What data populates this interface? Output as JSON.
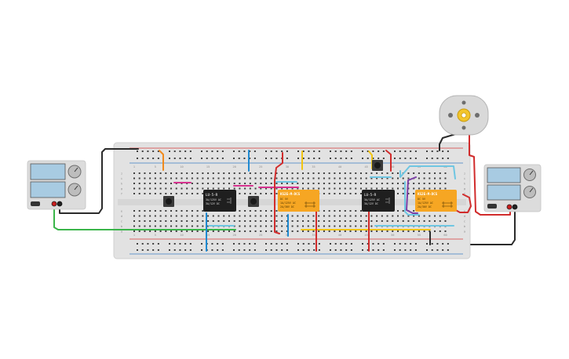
{
  "canvas": {
    "background": "#ffffff"
  },
  "colors": {
    "breadboard": "#e2e2e2",
    "breadboard_edge": "#d0d0d0",
    "hole": "#3f3f3f",
    "rail_red": "#d93a3a",
    "rail_blue": "#3c7fc4",
    "wire_black": "#2b2b2b",
    "wire_red": "#d12c2c",
    "wire_green": "#3ab54a",
    "wire_blue": "#1f8ad1",
    "wire_lightblue": "#6fc6e2",
    "wire_yellow": "#f2c512",
    "wire_orange": "#f08a1d",
    "wire_magenta": "#d6338f",
    "wire_purple": "#7b3fa6",
    "relay_black": "#1f1f1f",
    "relay_orange": "#f6a623",
    "supply_body": "#dcdcdc",
    "supply_screen": "#a8cbe2",
    "motor_body": "#d9d9d9",
    "motor_hub": "#f3c52b"
  },
  "breadboard": {
    "column_numbers": [
      "1",
      "5",
      "10",
      "15",
      "20",
      "25",
      "30",
      "35",
      "40",
      "45",
      "50",
      "55",
      "60"
    ],
    "row_letters_top": [
      "j",
      "i",
      "h",
      "g",
      "f"
    ],
    "row_letters_bottom": [
      "e",
      "d",
      "c",
      "b",
      "a"
    ]
  },
  "relays": [
    {
      "model": "LU-5-R",
      "lines": [
        "LU-5-R",
        "3A/125V AC",
        "3A/12V DC"
      ],
      "style": "black"
    },
    {
      "model": "KS2E-M-DC5",
      "lines": [
        "KS2E-M-DC5",
        "DC 5V",
        "1A/125V AC",
        "2A/30V DC"
      ],
      "style": "orange"
    },
    {
      "model": "LU-5-R",
      "lines": [
        "LU-5-R",
        "3A/125V AC",
        "3A/12V DC"
      ],
      "style": "black"
    },
    {
      "model": "KS2E-M-DC5",
      "lines": [
        "KS2E-M-DC5",
        "DC 5V",
        "1A/125V AC",
        "2A/30V DC"
      ],
      "style": "orange"
    }
  ],
  "pushbuttons": [
    "pushbutton-1",
    "pushbutton-2",
    "pushbutton-3"
  ],
  "power_supplies": [
    {
      "position": "left"
    },
    {
      "position": "right"
    }
  ],
  "motor": {
    "kind": "dc-motor"
  }
}
